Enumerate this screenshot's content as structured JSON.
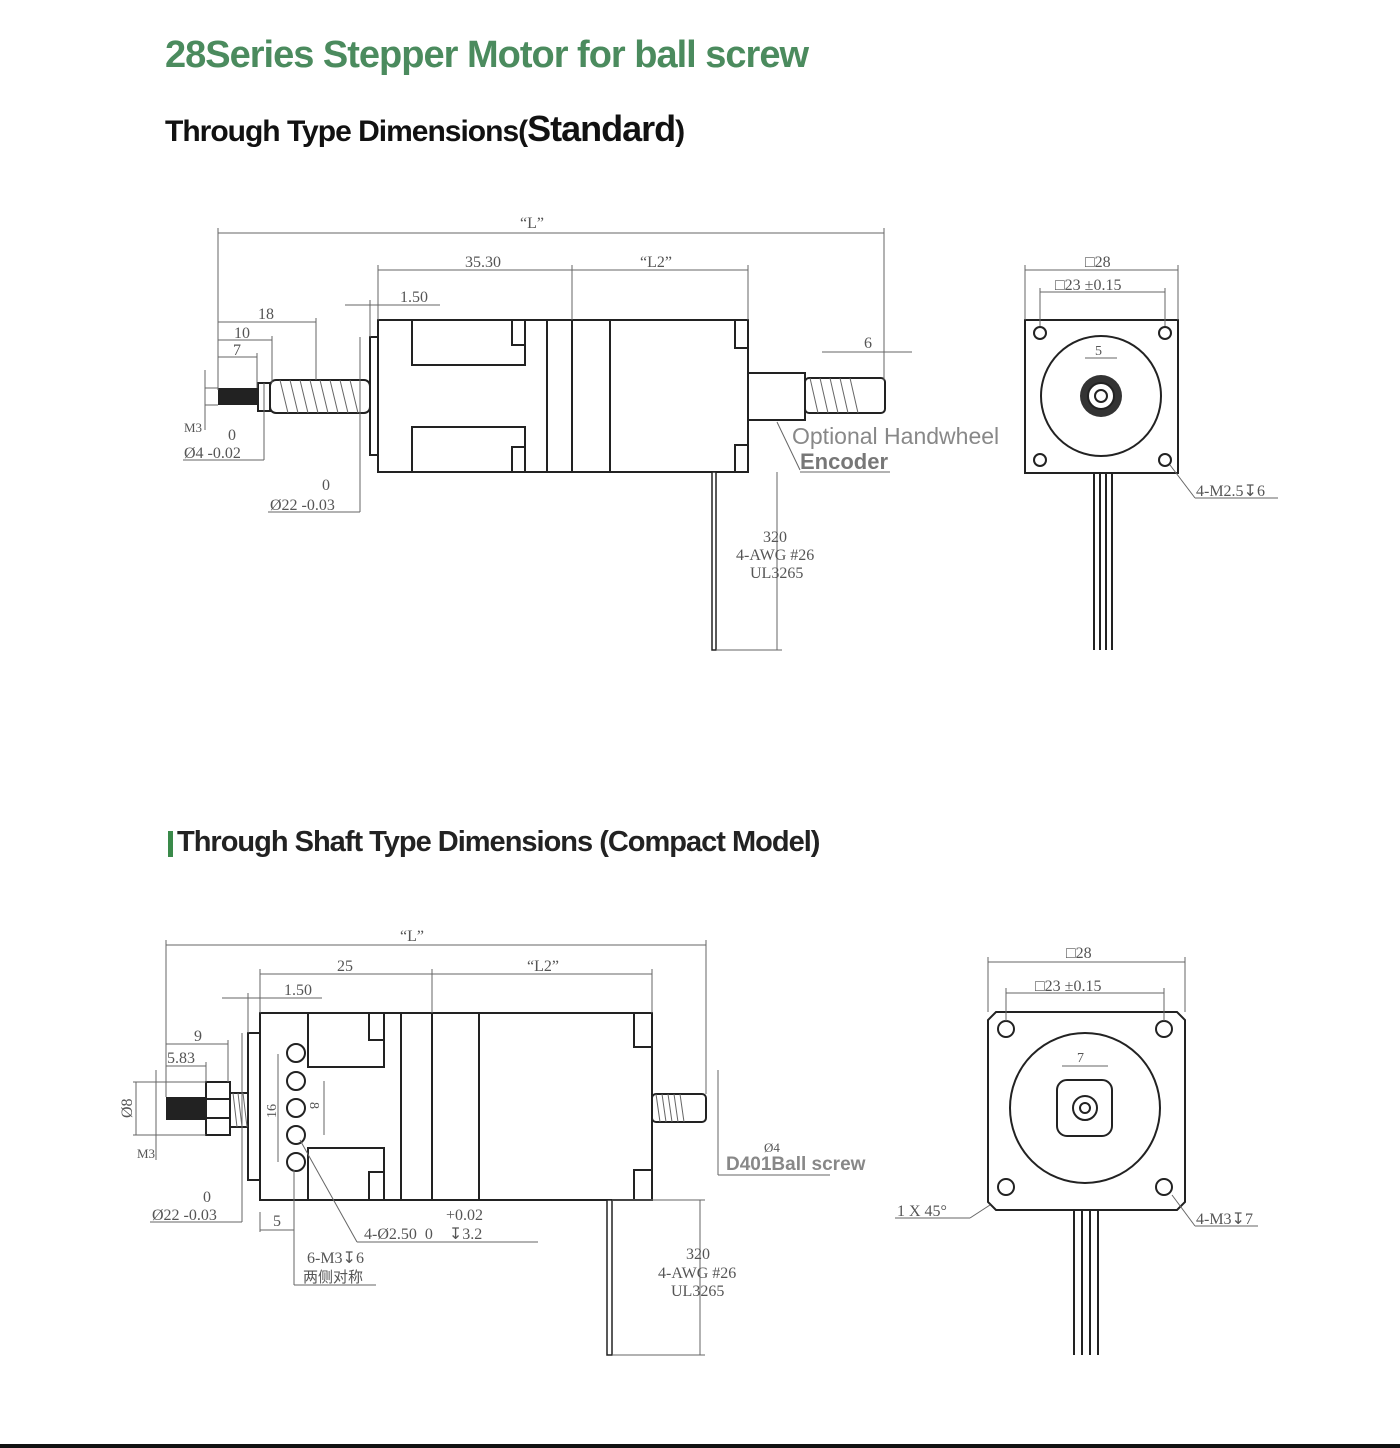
{
  "title": "28Series Stepper Motor for ball screw",
  "section1": {
    "heading": "Through Type Dimensions",
    "heading_paren_open": "(",
    "heading_emphasis": "Standard",
    "heading_paren_close": ")",
    "side": {
      "L": "“L”",
      "d3530": "35.30",
      "L2": "“L2”",
      "d150": "1.50",
      "d18": "18",
      "d10": "10",
      "d7": "7",
      "m3": "M3",
      "tol0a": "0",
      "shaft_dia": "Ø4 -0.02",
      "tol0b": "0",
      "boss_dia": "Ø22 -0.03",
      "d6": "6",
      "handwheel": "Optional Handwheel",
      "encoder": "Encoder",
      "wire_len": "320",
      "wire_awg": "4-AWG #26",
      "wire_ul": "UL3265"
    },
    "front": {
      "sq28": "□28",
      "sq23": "□23 ±0.15",
      "d5": "5",
      "holes": "4-M2.5↧6"
    }
  },
  "section2": {
    "heading": "Through Shaft Type Dimensions (Compact Model)",
    "side": {
      "L": "“L”",
      "d25": "25",
      "L2": "“L2”",
      "d150": "1.50",
      "d9": "9",
      "d583": "5.83",
      "d8dia": "Ø8",
      "m3": "M3",
      "d16": "16",
      "d8": "8",
      "tol0": "0",
      "boss_dia": "Ø22 -0.03",
      "d5": "5",
      "tol_plus": "+0.02",
      "pin_holes": "4-Ø2.50  0    ↧3.2",
      "side_holes": "6-M3↧6",
      "side_holes_note": "两侧对称",
      "screw_dia": "Ø4",
      "ball_screw": "D401Ball screw",
      "wire_len": "320",
      "wire_awg": "4-AWG #26",
      "wire_ul": "UL3265"
    },
    "front": {
      "sq28": "□28",
      "sq23": "□23 ±0.15",
      "d7": "7",
      "chamfer": "1 X 45°",
      "holes": "4-M3↧7"
    }
  },
  "colors": {
    "title": "#4b8b5e",
    "accent_bar": "#3a8a4a",
    "line": "#222222"
  }
}
